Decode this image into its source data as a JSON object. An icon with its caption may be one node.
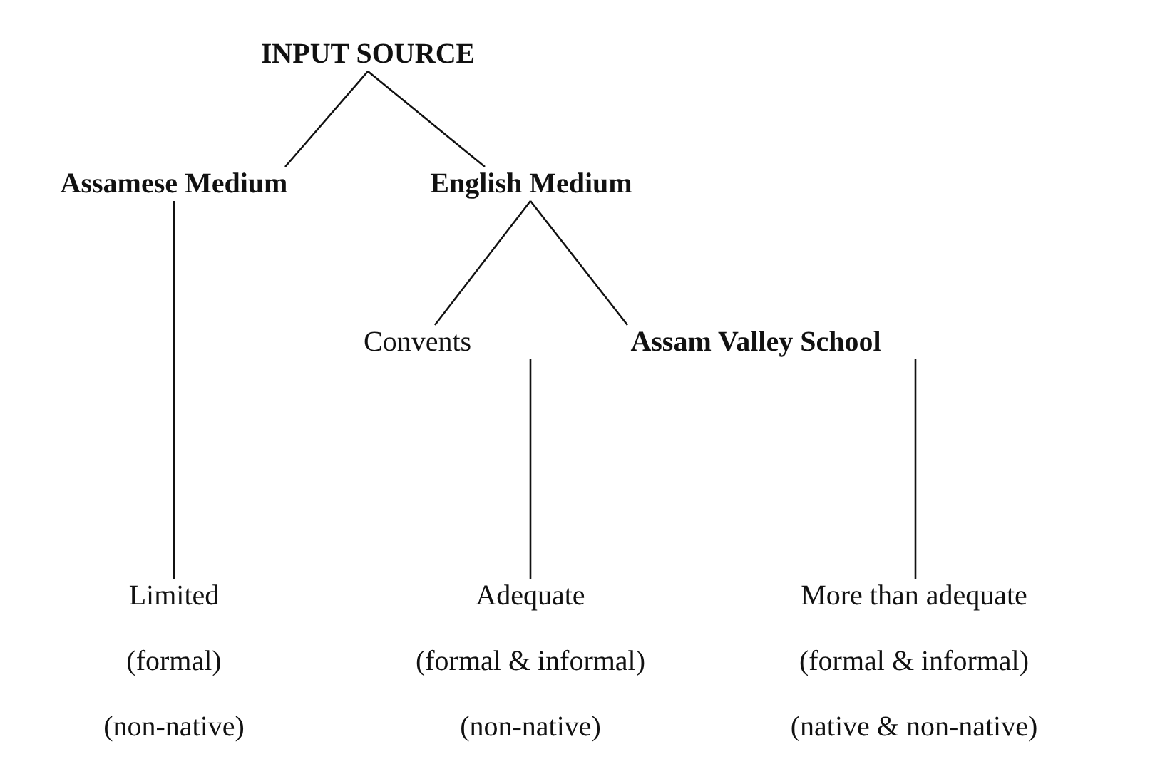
{
  "diagram": {
    "nodes": [
      {
        "text": [
          "INPUT SOURCE"
        ]
      },
      {
        "text": [
          "Assamese Medium"
        ]
      },
      {
        "text": [
          "English Medium"
        ]
      },
      {
        "text": [
          "Convents"
        ]
      },
      {
        "text": [
          "Assam Valley School"
        ]
      },
      {
        "text": [
          "Limited",
          "(formal)",
          "(non-native)"
        ]
      },
      {
        "text": [
          "Adequate",
          "(formal & informal)",
          "(non-native)"
        ]
      },
      {
        "text": [
          "More than adequate",
          "(formal & informal)",
          "(native & non-native)"
        ]
      }
    ],
    "edges": [
      {
        "from": 0,
        "to": 1,
        "arrow": "none"
      },
      {
        "from": 0,
        "to": 2,
        "arrow": "none"
      },
      {
        "from": 1,
        "to": 5,
        "arrow": "none"
      },
      {
        "from": 2,
        "to": 3,
        "arrow": "none"
      },
      {
        "from": 2,
        "to": 4,
        "arrow": "none"
      },
      {
        "from": 3,
        "to": 6,
        "arrow": "none"
      },
      {
        "from": 4,
        "to": 7,
        "arrow": "none"
      }
    ]
  }
}
